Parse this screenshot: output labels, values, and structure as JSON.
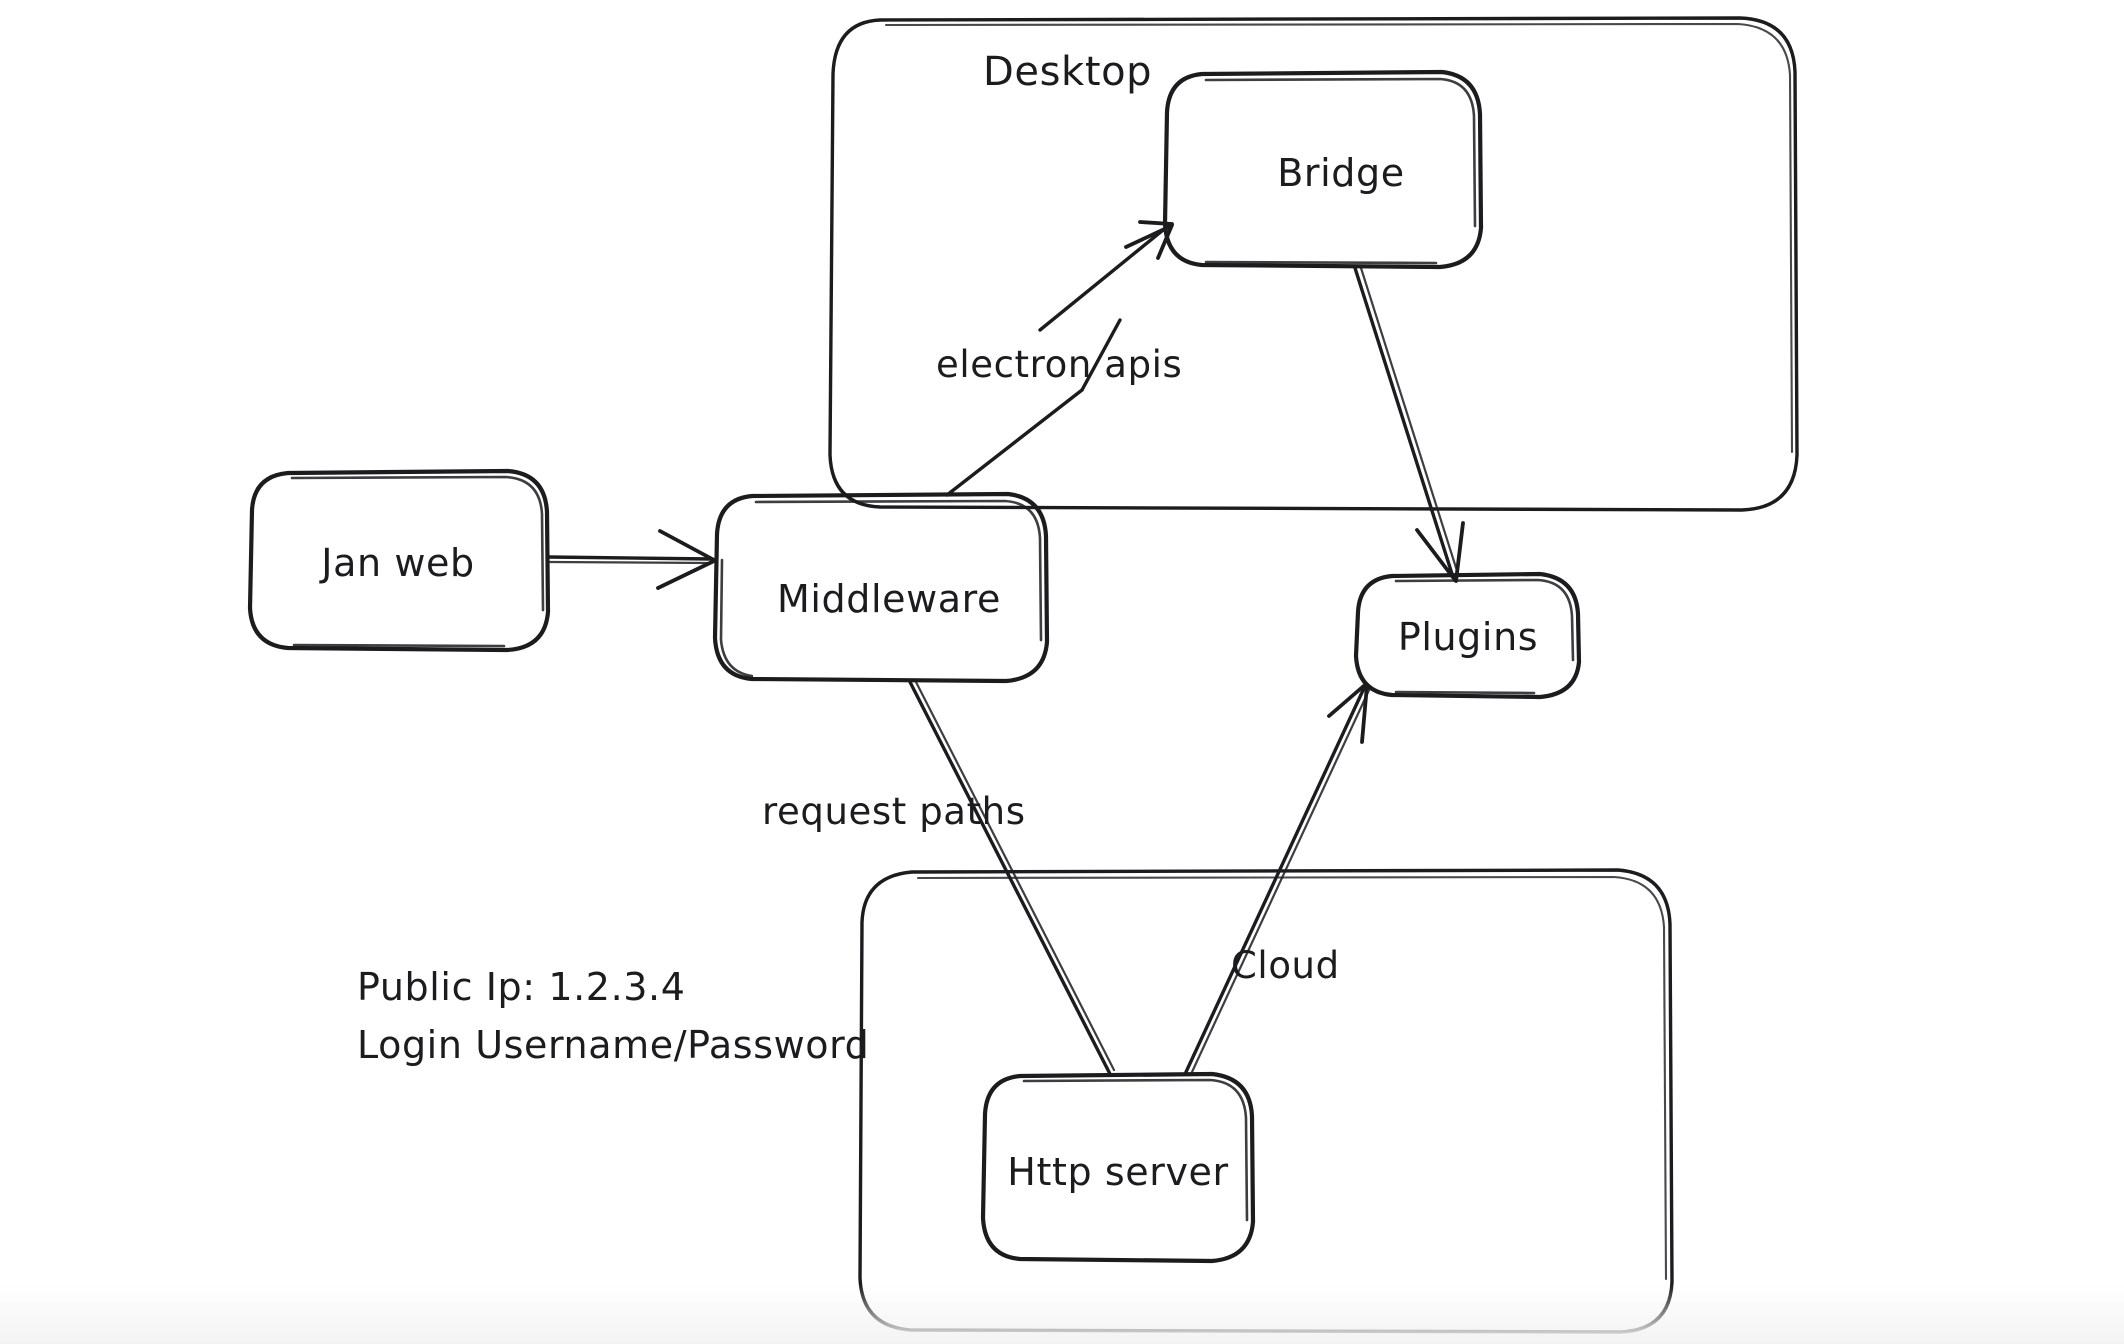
{
  "diagram": {
    "title_text_present": false,
    "background_color": "#ffffff",
    "ink_color": "#1c1c1e",
    "groups": [
      {
        "id": "desktop",
        "label": "Desktop"
      },
      {
        "id": "cloud",
        "label": "Cloud"
      }
    ],
    "nodes": [
      {
        "id": "jan-web",
        "label": "Jan web"
      },
      {
        "id": "middleware",
        "label": "Middleware"
      },
      {
        "id": "bridge",
        "label": "Bridge"
      },
      {
        "id": "plugins",
        "label": "Plugins"
      },
      {
        "id": "http-server",
        "label": "Http server"
      }
    ],
    "edges": [
      {
        "id": "jan-to-middleware",
        "from": "Jan web",
        "to": "Middleware",
        "label": ""
      },
      {
        "id": "middleware-to-bridge",
        "from": "Middleware",
        "to": "Bridge",
        "label": "electron apis"
      },
      {
        "id": "bridge-to-plugins",
        "from": "Bridge",
        "to": "Plugins",
        "label": ""
      },
      {
        "id": "middleware-to-http",
        "from": "Middleware",
        "to": "Http server",
        "label": "request paths"
      },
      {
        "id": "http-to-plugins",
        "from": "Http server",
        "to": "Plugins",
        "label": ""
      }
    ],
    "notes": {
      "public_ip_line": "Public Ip: 1.2.3.4",
      "login_line": "Login Username/Password"
    }
  }
}
